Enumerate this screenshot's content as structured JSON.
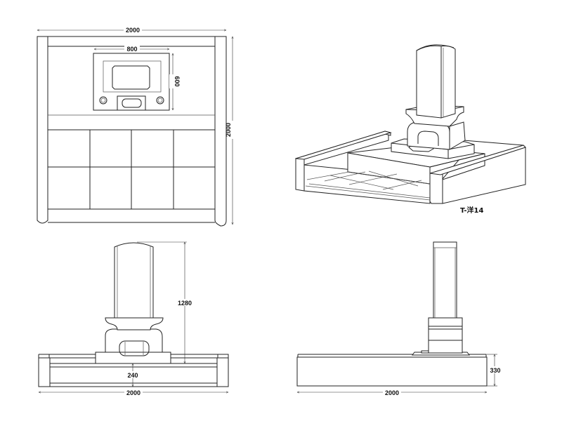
{
  "drawing": {
    "model_label": "T-洋14",
    "plan_view": {
      "width_dim": "2000",
      "depth_dim": "2000",
      "monument_width_dim": "800",
      "monument_depth_dim": "600"
    },
    "front_view": {
      "height_dim": "1280",
      "base_height_dim": "240",
      "width_dim": "2000"
    },
    "side_view": {
      "height_dim": "330",
      "width_dim": "2000"
    }
  }
}
